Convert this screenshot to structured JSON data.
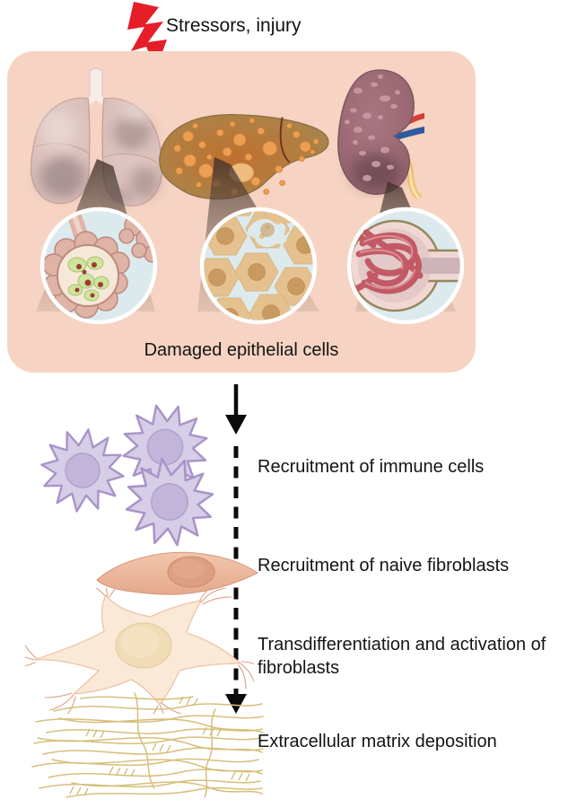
{
  "header": {
    "label": "Stressors, injury",
    "icon": "lightning-bolt-icon"
  },
  "panel": {
    "caption": "Damaged epithelial cells",
    "illustrations": [
      {
        "icon": "lung-icon",
        "inset_icon": "damaged-alveoli-inset-icon"
      },
      {
        "icon": "liver-icon",
        "inset_icon": "damaged-hepatocytes-inset-icon"
      },
      {
        "icon": "kidney-icon",
        "inset_icon": "damaged-glomerulus-inset-icon"
      }
    ]
  },
  "flow": {
    "arrow_icon": "downward-dashed-arrow-icon"
  },
  "steps": [
    {
      "label": "Recruitment of immune cells",
      "icon": "immune-cells-icon"
    },
    {
      "label": "Recruitment of naive fibroblasts",
      "icon": "naive-fibroblast-icon"
    },
    {
      "label": "Transdifferentiation and activation of fibroblasts",
      "icon": "activated-fibroblast-icon"
    },
    {
      "label": "Extracellular matrix deposition",
      "icon": "ecm-fibers-icon"
    }
  ],
  "colors": {
    "bolt_red": "#e61e2a",
    "panel_bg": "#f6d3c2",
    "inset_bg": "#dceaee",
    "lung_pink": "#dcc2bd",
    "liver_tan": "#ab8750",
    "kidney_mauve": "#9c6a72",
    "immune_purple": "#d6cde6",
    "fibroblast_salmon": "#eeb99f",
    "activated_cream": "#fbe9d8",
    "ecm_gold": "#d6bf7b",
    "text": "#141414"
  }
}
